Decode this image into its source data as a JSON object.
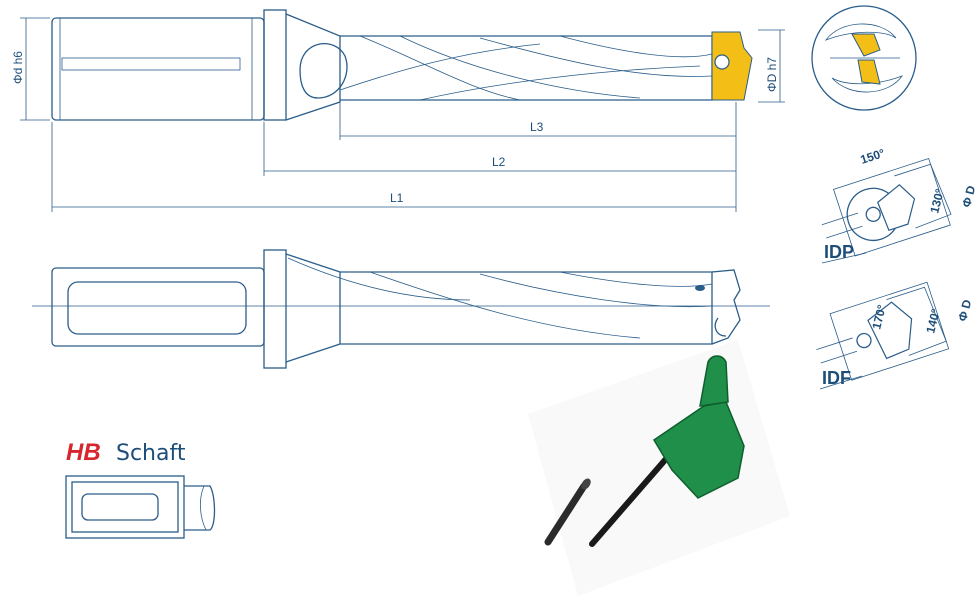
{
  "labels": {
    "shank_diameter": "Φd h6",
    "drill_diameter": "ΦD h7",
    "l3": "L3",
    "l2": "L2",
    "l1": "L1"
  },
  "insert_idp": {
    "name": "IDP",
    "angle_a": "150°",
    "angle_b": "130°",
    "diameter": "Φ D"
  },
  "insert_idf": {
    "name": "IDF",
    "angle_a": "170°",
    "angle_b": "140°",
    "diameter": "Φ D"
  },
  "brand": {
    "hb": "HB",
    "schaft": "Schaft"
  },
  "colors": {
    "line": "#2a5d8a",
    "insert": "#f3bf17",
    "wrench": "#1f8f4a",
    "brand_red": "#d6262e",
    "text": "#1d4e7a"
  }
}
